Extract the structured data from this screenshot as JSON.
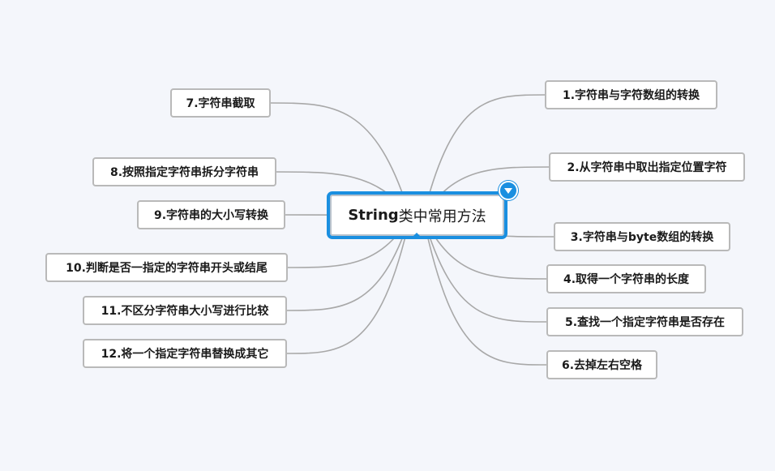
{
  "root": {
    "title_en": "String",
    "title_cn": "类中常用方法"
  },
  "right_nodes": [
    {
      "label": "1.字符串与字符数组的转换"
    },
    {
      "label": "2.从字符串中取出指定位置字符"
    },
    {
      "label": "3.字符串与byte数组的转换"
    },
    {
      "label": "4.取得一个字符串的长度"
    },
    {
      "label": "5.查找一个指定字符串是否存在"
    },
    {
      "label": "6.去掉左右空格"
    }
  ],
  "left_nodes": [
    {
      "label": "7.字符串截取"
    },
    {
      "label": "8.按照指定字符串拆分字符串"
    },
    {
      "label": "9.字符串的大小写转换"
    },
    {
      "label": "10.判断是否一指定的字符串开头或结尾"
    },
    {
      "label": "11.不区分字符串大小写进行比较"
    },
    {
      "label": "12.将一个指定字符串替换成其它"
    }
  ],
  "colors": {
    "accent": "#1a8fe0",
    "edge": "#a8a8a8",
    "node_border": "#b9b9b9",
    "background": "#f4f6fb"
  },
  "icons": {
    "collapse": "chevron-down-icon"
  }
}
